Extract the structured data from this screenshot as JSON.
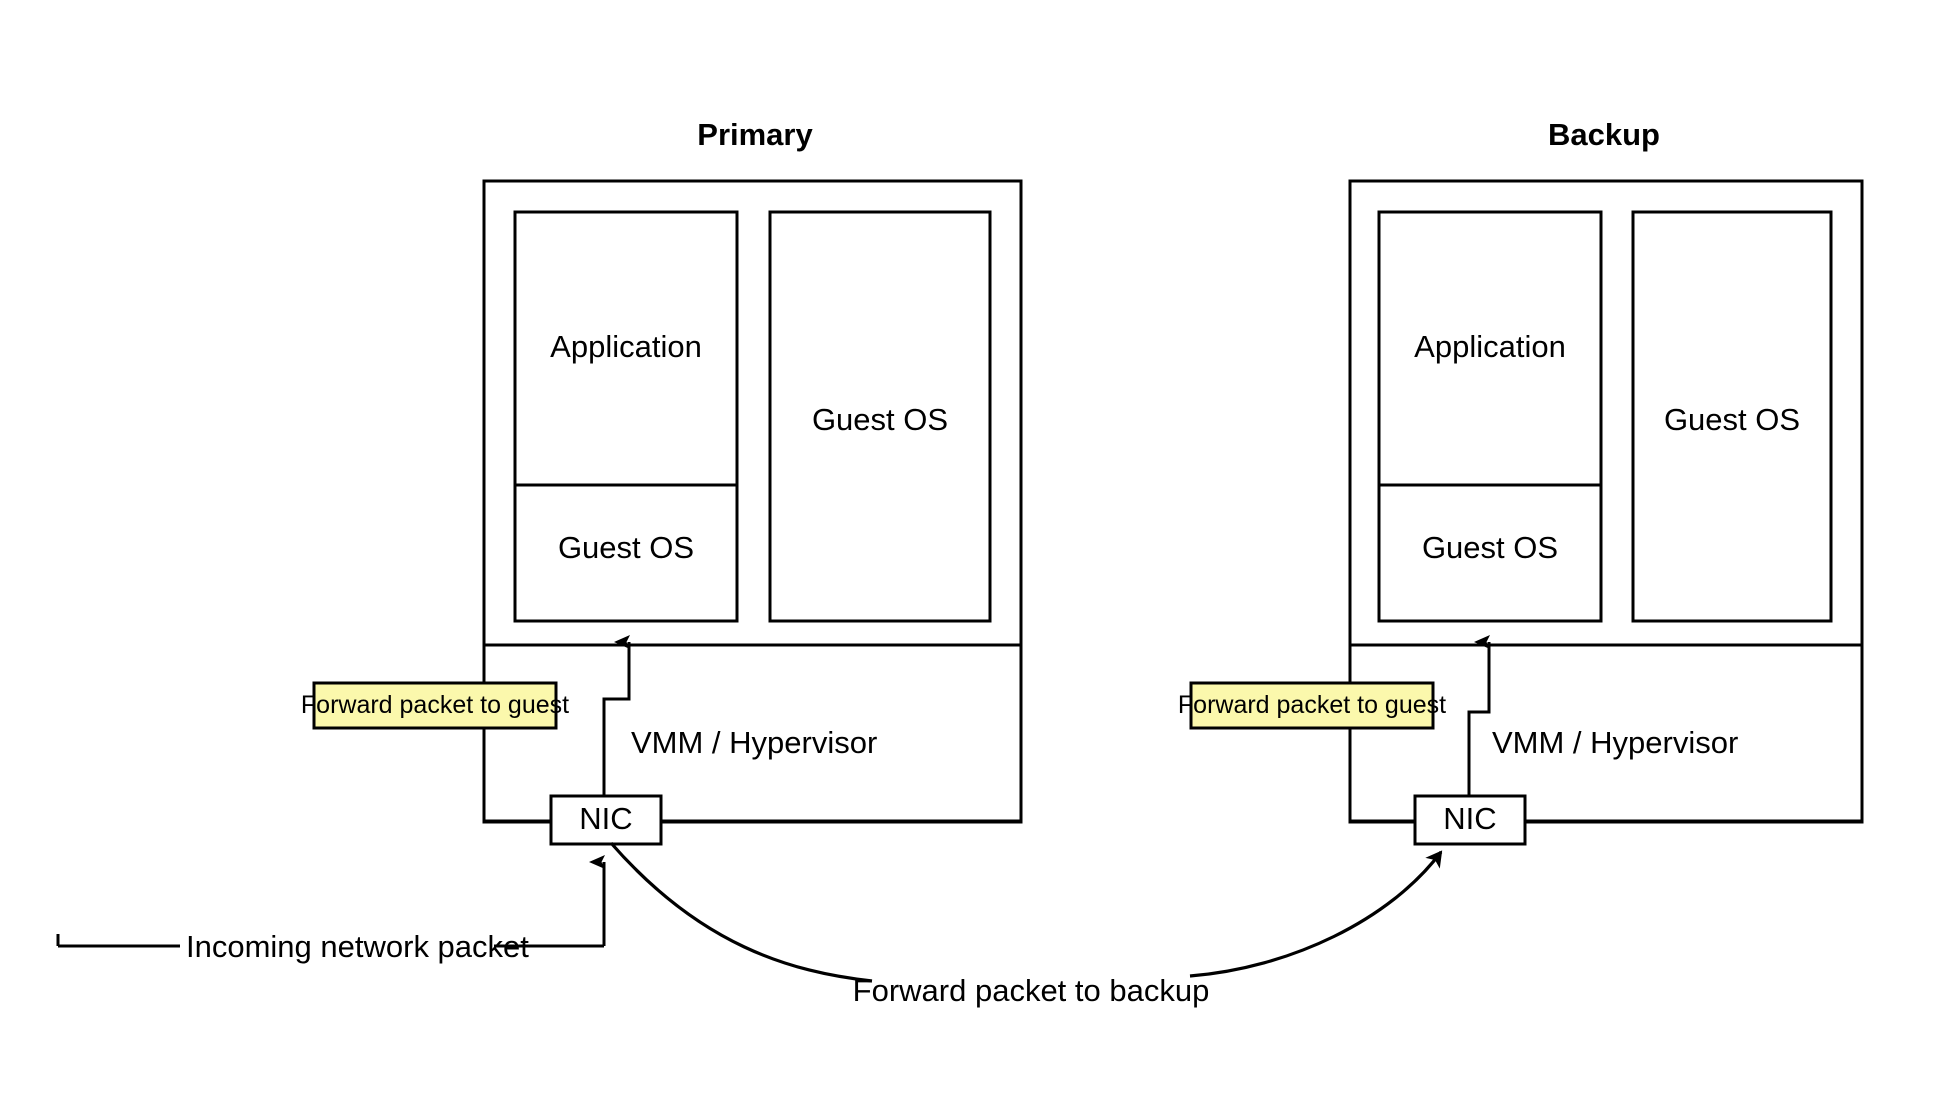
{
  "diagram": {
    "title_primary": "Primary",
    "title_backup": "Backup",
    "colors": {
      "note_fill": "#fbf8ac",
      "stroke": "#000000",
      "background": "#ffffff"
    },
    "nodes": {
      "application": "Application",
      "guest_os_left": "Guest OS",
      "guest_os_right": "Guest OS",
      "vmm": "VMM / Hypervisor",
      "nic": "NIC"
    },
    "primary": {
      "title": "Primary",
      "application_label": "Application",
      "guest_os_left_label": "Guest OS",
      "guest_os_right_label": "Guest OS",
      "vmm_label": "VMM / Hypervisor",
      "nic_label": "NIC",
      "note_label": "Forward packet to guest"
    },
    "backup": {
      "title": "Backup",
      "application_label": "Application",
      "guest_os_left_label": "Guest OS",
      "guest_os_right_label": "Guest OS",
      "vmm_label": "VMM / Hypervisor",
      "nic_label": "NIC",
      "note_label": "Forward packet to guest"
    },
    "edges": {
      "incoming_packet_label": "Incoming network packet",
      "forward_to_backup_label": "Forward packet to backup"
    }
  }
}
